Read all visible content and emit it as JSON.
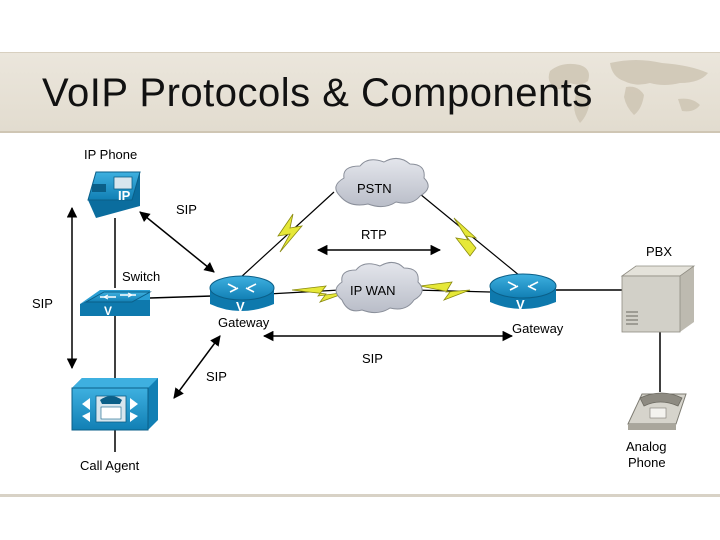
{
  "slide": {
    "title": "VoIP Protocols & Components"
  },
  "diagram": {
    "nodes": {
      "ip_phone": {
        "label": "IP Phone",
        "icon": "ip-phone-icon",
        "badge": "IP"
      },
      "switch": {
        "label": "Switch",
        "icon": "switch-icon",
        "badge": "V"
      },
      "call_agent": {
        "label": "Call Agent",
        "icon": "call-agent-icon"
      },
      "gateway_left": {
        "label": "Gateway",
        "icon": "voice-router-icon",
        "badge": "V"
      },
      "gateway_right": {
        "label": "Gateway",
        "icon": "voice-router-icon",
        "badge": "V"
      },
      "pstn": {
        "label": "PSTN",
        "icon": "cloud-icon"
      },
      "ip_wan": {
        "label": "IP WAN",
        "icon": "cloud-icon"
      },
      "pbx": {
        "label": "PBX",
        "icon": "pbx-icon"
      },
      "analog_phone": {
        "label_line1": "Analog",
        "label_line2": "Phone",
        "icon": "analog-phone-icon"
      }
    },
    "protocol_labels": {
      "sip_phone_gateway": "SIP",
      "sip_left_vertical": "SIP",
      "sip_call_agent_gateway": "SIP",
      "rtp": "RTP",
      "sip_gateways": "SIP"
    },
    "colors": {
      "device_blue": "#1a8fc4",
      "device_dark": "#0b5f88",
      "cloud": "#c9cdd6",
      "lightning": "#e6e838",
      "pbx_gray": "#d2d0c8",
      "title_bg": "#e6e0d4"
    }
  }
}
